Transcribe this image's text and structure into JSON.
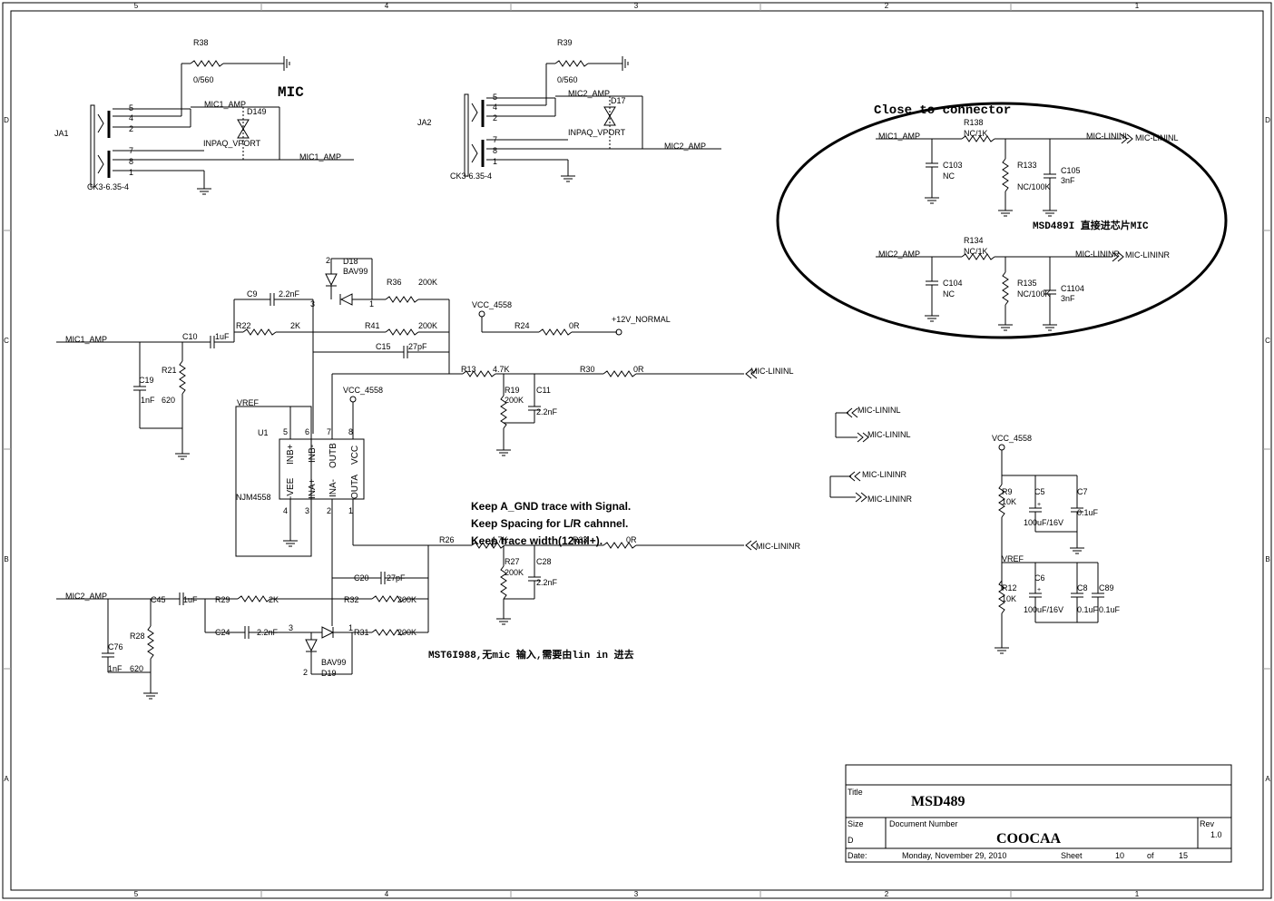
{
  "border": {
    "columns": [
      "5",
      "4",
      "3",
      "2",
      "1"
    ],
    "rows": [
      "D",
      "C",
      "B",
      "A"
    ]
  },
  "notes": {
    "mic": "MIC",
    "close_to_connector": "Close to connector",
    "msd489i": "MSD489I 直接进芯片MIC",
    "keep1": "Keep A_GND trace with Signal.",
    "keep2": "Keep Spacing for L/R cahnnel.",
    "keep3": "Keep trace width(12mil+).",
    "mst": "MST6I988,无mic 输入,需要由lin in 进去"
  },
  "connectors": {
    "ja1": {
      "ref": "JA1",
      "part": "CK3-6.35-4",
      "pins": [
        "5",
        "4",
        "2",
        "7",
        "8",
        "1"
      ]
    },
    "ja2": {
      "ref": "JA2",
      "part": "CK3-6.35-4",
      "pins": [
        "5",
        "4",
        "2",
        "7",
        "8",
        "1"
      ]
    }
  },
  "labels": {
    "r38": "R38",
    "r38v": "0/560",
    "r39": "R39",
    "r39v": "0/560",
    "mic1amp_a": "MIC1_AMP",
    "mic1amp_b": "MIC1_AMP",
    "mic1amp_c": "MIC1_AMP",
    "mic1amp_d": "MIC1_AMP",
    "mic2amp_a": "MIC2_AMP",
    "mic2amp_b": "MIC2_AMP",
    "mic2amp_c": "MIC2_AMP",
    "mic2amp_d": "MIC2_AMP",
    "d149": "D149",
    "d17": "D17",
    "inpaq1": "INPAQ_VPORT",
    "inpaq2": "INPAQ_VPORT",
    "r138": "R138",
    "r138v": "NC/1K",
    "r133": "R133",
    "r133v": "NC/100K",
    "c103": "C103",
    "c103v": "NC",
    "c105": "C105",
    "c105v": "3nF",
    "r134": "R134",
    "r134v": "NC/1K",
    "r135": "R135",
    "r135v": "NC/100K",
    "c104": "C104",
    "c104v": "NC",
    "c1104": "C1104",
    "c1104v": "3nF",
    "mic_lininl_a": "MIC-LININL",
    "mic_lininl_b": "MIC-LININL",
    "mic_lininr_a": "MIC-LININR",
    "mic_lininr_b": "MIC-LININR",
    "mic_lininl_c": "MIC-LININL",
    "mic_lininl_d": "MIC-LININL",
    "mic_lininl_e": "MIC-LININL",
    "mic_lininr_c": "MIC-LININR",
    "mic_lininr_d": "MIC-LININR",
    "mic_lininr_e": "MIC-LININR",
    "d18": "D18",
    "bav99a": "BAV99",
    "d19": "D19",
    "bav99b": "BAV99",
    "c9": "C9",
    "c9v": "2.2nF",
    "r36": "R36",
    "r36v": "200K",
    "r22": "R22",
    "r22v": "2K",
    "r41": "R41",
    "r41v": "200K",
    "c15": "C15",
    "c15v": "27pF",
    "c10": "C10",
    "c10v": "1uF",
    "c19": "C19",
    "c19v": "1nF",
    "r21": "R21",
    "r21v": "620",
    "vcc4558a": "VCC_4558",
    "vcc4558b": "VCC_4558",
    "vcc4558c": "VCC_4558",
    "r24": "R24",
    "r24v": "0R",
    "p12v": "+12V_NORMAL",
    "r13": "R13",
    "r13v": "4.7K",
    "r30": "R30",
    "r30v": "0R",
    "r19": "R19",
    "r19v": "200K",
    "c11": "C11",
    "c11v": "2.2nF",
    "vref1": "VREF",
    "vref2": "VREF",
    "u1": "U1",
    "njm": "NJM4558",
    "r26": "R26",
    "r26v": "4.7K",
    "r33": "R33",
    "r33v": "0R",
    "r27": "R27",
    "r27v": "200K",
    "c28": "C28",
    "c28v": "2.2nF",
    "c20": "C20",
    "c20v": "27pF",
    "c45": "C45",
    "c45v": "1uF",
    "r29": "R29",
    "r29v": "2K",
    "r32": "R32",
    "r32v": "200K",
    "c24": "C24",
    "c24v": "2.2nF",
    "r31": "R31",
    "r31v": "200K",
    "r28": "R28",
    "c76": "C76",
    "c76v": "1nF",
    "r28v": "620",
    "r9": "R9",
    "r9v": "10K",
    "c5": "C5",
    "c5v": "100uF/16V",
    "c7": "C7",
    "c7v": "0.1uF",
    "r12": "R12",
    "r12v": "10K",
    "c6": "C6",
    "c6v": "100uF/16V",
    "c8": "C8",
    "c8v": "0.1uF",
    "c89": "C89",
    "c89v": "0.1uF"
  },
  "opamp": {
    "pins_top": [
      "5",
      "6",
      "7",
      "8"
    ],
    "pins_bottom": [
      "4",
      "3",
      "2",
      "1"
    ],
    "names_top": [
      "INB+",
      "INB-",
      "OUTB",
      "VCC"
    ],
    "names_bottom": [
      "-VEE",
      "INA+",
      "INA-",
      "OUTA"
    ]
  },
  "diode_pins": {
    "d18": [
      "2",
      "3",
      "1"
    ],
    "d19": [
      "3",
      "1",
      "2"
    ]
  },
  "title_block": {
    "title_label": "Title",
    "title": "MSD489",
    "size_label": "Size",
    "size": "D",
    "docnum_label": "Document Number",
    "docnum": "COOCAA",
    "rev_label": "Rev",
    "rev": "1.0",
    "date_label": "Date:",
    "date": "Monday, November 29, 2010",
    "sheet_label": "Sheet",
    "sheet": "10",
    "of_label": "of",
    "of": "15"
  }
}
